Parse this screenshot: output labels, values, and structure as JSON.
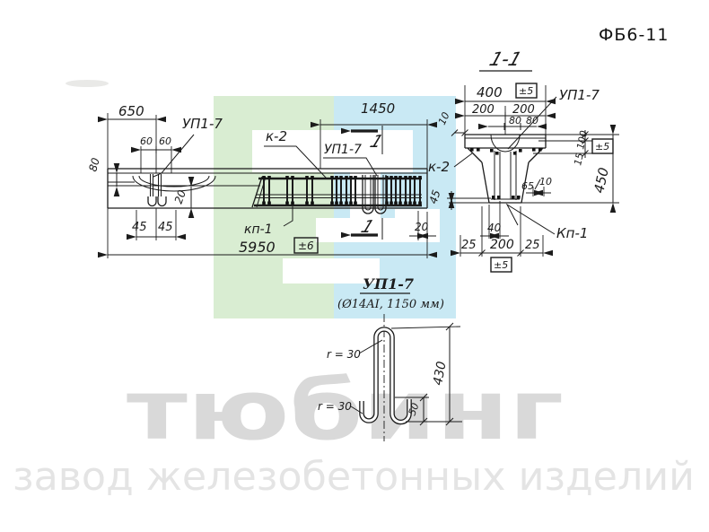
{
  "title": "ФБ6-11",
  "watermark": {
    "brand": "тюбинг",
    "subtitle": "завод железобетонных изделий",
    "green": "#d9edd2",
    "cyan": "#c9e9f4",
    "brand_gray": "#d9d9d9",
    "subtitle_gray": "#e4e4e4"
  },
  "elevation": {
    "labels": {
      "up17_left": "УП1-7",
      "k2": "к-2",
      "up17_mid": "УП1-7",
      "kp1": "кп-1",
      "cut_top": "1",
      "cut_bottom": "1"
    },
    "dims": {
      "d650": "650",
      "d60a": "60",
      "d60b": "60",
      "d80": "80",
      "d20_left": "20",
      "d45a": "45",
      "d45b": "45",
      "d5950": "5950",
      "tol6": "±6",
      "d1450": "1450",
      "d20_right": "20"
    }
  },
  "section": {
    "title": "1-1",
    "labels": {
      "up17": "УП1-7",
      "k2": "к-2",
      "kp1": "Кп-1"
    },
    "dims": {
      "d400": "400",
      "tol5_top": "±5",
      "d200a": "200",
      "d200b": "200",
      "d80a": "80",
      "d80b": "80",
      "d10_left": "10",
      "d15": "15",
      "d100": "100",
      "tol5_right": "±5",
      "d450": "450",
      "d65": "65",
      "d10b": "10",
      "d45": "45",
      "d40": "40",
      "d25a": "25",
      "d200c": "200",
      "d25b": "25",
      "tol5_bottom": "±5"
    }
  },
  "detail": {
    "title": "УП1-7",
    "spec": "(Ø14AI, 1150 мм)",
    "r_top": "r = 30",
    "r_bottom": "r = 30",
    "d430": "430",
    "d50": "50"
  }
}
